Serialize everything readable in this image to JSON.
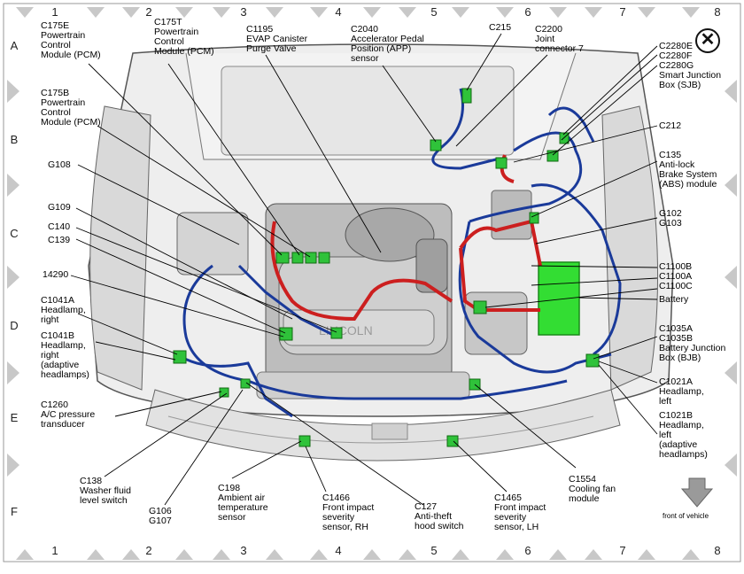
{
  "grid": {
    "columns": [
      "1",
      "2",
      "3",
      "4",
      "5",
      "6",
      "7",
      "8"
    ],
    "rows": [
      "A",
      "B",
      "C",
      "D",
      "E",
      "F"
    ]
  },
  "close_icon": "close-circle-icon",
  "arrow_icon": "down-arrow-icon",
  "front_of_vehicle": "front of vehicle",
  "colors": {
    "harness": "#1a3a9a",
    "battery_cable": "#cc1f1f",
    "connector": "#2fc23a",
    "battery": "#33dd33",
    "engine": "#b9b9b9"
  },
  "labels": {
    "c175e": "C175E\nPowertrain\nControl\nModule (PCM)",
    "c175t": "C175T\nPowertrain\nControl\nModule (PCM)",
    "c1195": "C1195\nEVAP Canister\nPurge Valve",
    "c2040": "C2040\nAccelerator Pedal\nPosition (APP)\nsensor",
    "c215": "C215",
    "c2200": "C2200\nJoint\nconnector 7",
    "c2280": "C2280E\nC2280F\nC2280G\nSmart Junction\nBox (SJB)",
    "c175b": "C175B\nPowertrain\nControl\nModule (PCM)",
    "c212": "C212",
    "g108": "G108",
    "c135": "C135\nAnti-lock\nBrake System\n(ABS) module",
    "g109": "G109",
    "c140": "C140",
    "c139": "C139",
    "g102": "G102\nG103",
    "p14290": "14290",
    "c1100": "C1100B\nC1100A\nC1100C",
    "battery": "Battery",
    "c1041a": "C1041A\nHeadlamp,\nright",
    "c1041b": "C1041B\nHeadlamp,\nright\n(adaptive\nheadlamps)",
    "c1035": "C1035A\nC1035B\nBattery Junction\nBox (BJB)",
    "c1021a": "C1021A\nHeadlamp,\nleft",
    "c1260": "C1260\nA/C pressure\ntransducer",
    "c1021b": "C1021B\nHeadlamp,\nleft\n(adaptive\nheadlamps)",
    "c1554": "C1554\nCooling fan\nmodule",
    "c138": "C138\nWasher fluid\nlevel switch",
    "c198": "C198\nAmbient air\ntemperature\nsensor",
    "c1466": "C1466\nFront impact\nseverity\nsensor, RH",
    "c127": "C127\nAnti-theft\nhood switch",
    "c1465": "C1465\nFront impact\nseverity\nsensor, LH",
    "g106": "G106\nG107"
  }
}
